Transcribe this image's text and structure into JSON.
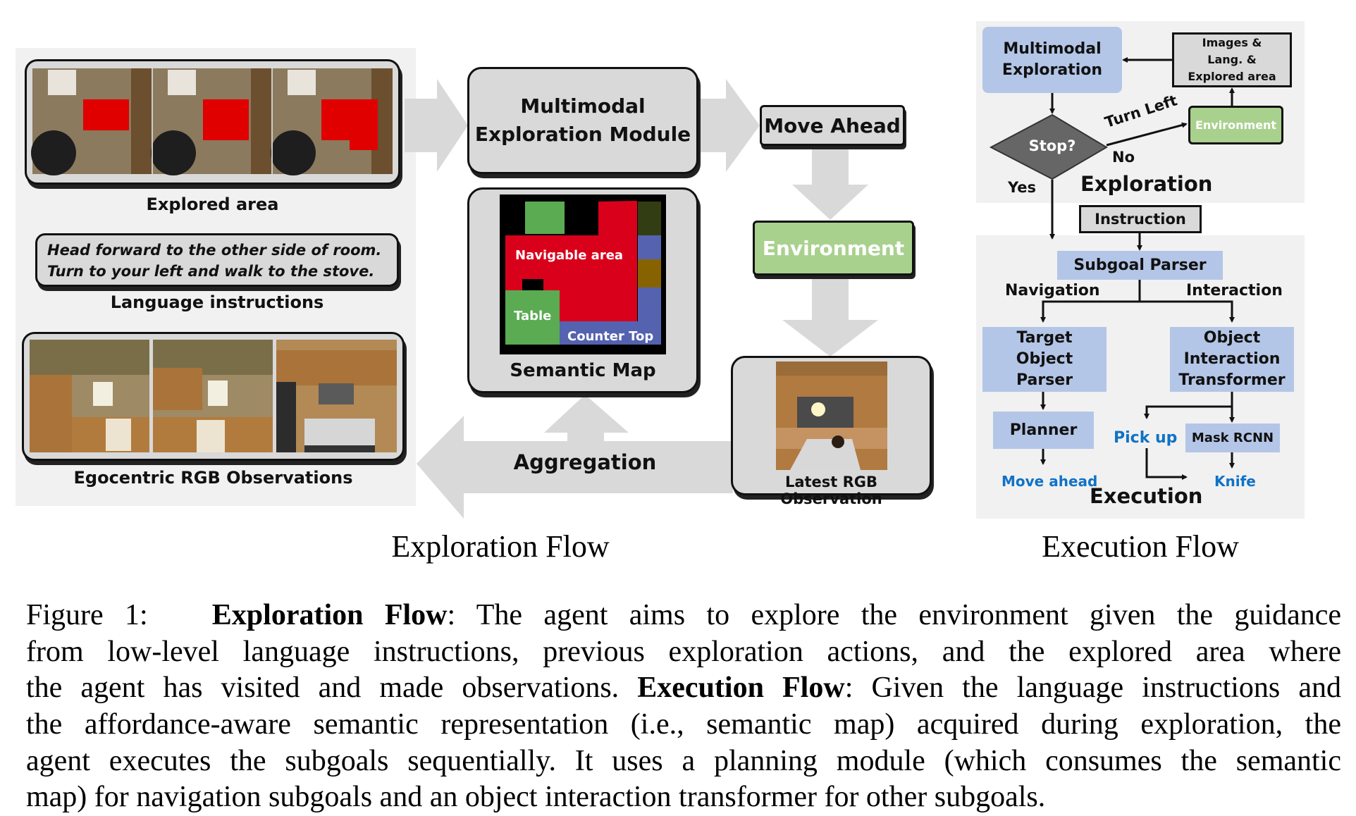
{
  "exploration_flow": {
    "title": "Exploration Flow",
    "explored_area_label": "Explored area",
    "language_instructions": {
      "lines": [
        "Head forward to the other side of room.",
        "Turn to your left and walk to the stove."
      ],
      "label": "Language instructions"
    },
    "egocentric_label": "Egocentric RGB Observations",
    "module": {
      "line1": "Multimodal",
      "line2": "Exploration Module"
    },
    "action": "Move Ahead",
    "environment": "Environment",
    "semantic_map": {
      "label": "Semantic Map",
      "regions": [
        "Navigable area",
        "Table",
        "Counter Top"
      ],
      "colors": {
        "navigable": "#d9001b",
        "table": "#5aab52",
        "counter": "#5562b0",
        "background": "#000000"
      }
    },
    "latest_obs_label": "Latest RGB Observation",
    "aggregation_label": "Aggregation"
  },
  "execution_flow": {
    "title": "Execution Flow",
    "exploration_section": {
      "title": "Exploration",
      "multimodal": {
        "line1": "Multimodal",
        "line2": "Exploration"
      },
      "inputs": {
        "line1": "Images &",
        "line2": "Lang. &",
        "line3": "Explored area"
      },
      "decision": "Stop?",
      "yes": "Yes",
      "no": "No",
      "turn_left": "Turn Left",
      "environment": "Environment"
    },
    "instruction": "Instruction",
    "execution_section": {
      "title": "Execution",
      "subgoal_parser": "Subgoal Parser",
      "navigation": "Navigation",
      "interaction": "Interaction",
      "target_parser": {
        "line1": "Target",
        "line2": "Object",
        "line3": "Parser"
      },
      "oit": {
        "line1": "Object",
        "line2": "Interaction",
        "line3": "Transformer"
      },
      "planner": "Planner",
      "mask_rcnn": "Mask RCNN",
      "pick_up": "Pick up",
      "move_ahead": "Move ahead",
      "knife": "Knife"
    }
  },
  "colors": {
    "accent_blue": "#b4c6e7",
    "accent_green": "#a9d18e",
    "output_text": "#1072c6",
    "panel_gray": "#f1f1f1",
    "box_gray": "#d9d9d9",
    "arrow_gray": "#d9d9d9",
    "decision_gray": "#666666"
  },
  "caption": {
    "figure_label": "Figure 1:",
    "lines": [
      [
        "",
        "Exploration Flow",
        ":  The agent aims to explore the environment given the guidance"
      ],
      [
        "from low-level language instructions, previous exploration actions, and the explored area where",
        "",
        ""
      ],
      [
        "the agent has visited and made observations. ",
        "Execution Flow",
        ": Given the language instructions and"
      ],
      [
        "the affordance-aware semantic representation (i.e., semantic map) acquired during exploration, the",
        "",
        ""
      ],
      [
        "agent executes the subgoals sequentially. It uses a planning module (which consumes the semantic",
        "",
        ""
      ],
      [
        "map) for navigation subgoals and an object interaction transformer for other subgoals.",
        "",
        ""
      ]
    ]
  }
}
